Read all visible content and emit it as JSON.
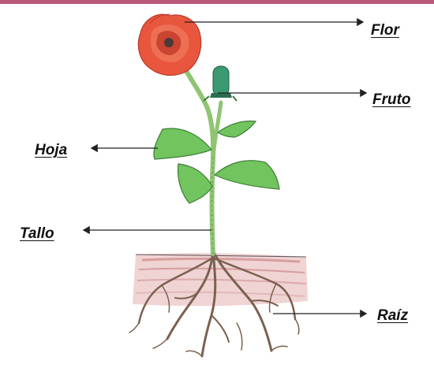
{
  "colors": {
    "top_border": "#b9577a",
    "petal": "#e8563e",
    "petal_dark": "#c23a28",
    "fruit": "#3a9a72",
    "leaf": "#72c45e",
    "leaf_edge": "#3f7d3a",
    "stem": "#9ccf7e",
    "soil": "#d89e9e",
    "root": "#7a6150",
    "label_text": "#111111",
    "arrow": "#222222"
  },
  "labels": {
    "flower": "Flor",
    "fruit": "Fruto",
    "leaf": "Hoja",
    "stem": "Tallo",
    "root": "Raíz"
  }
}
